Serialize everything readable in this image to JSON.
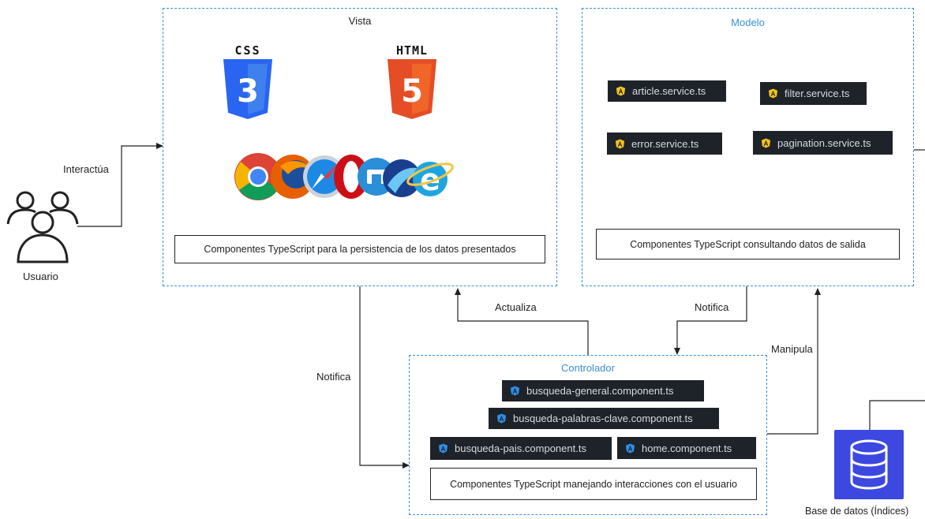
{
  "user": {
    "label": "Usuario",
    "icon": "users-icon"
  },
  "edges": {
    "interacts": "Interactúa",
    "notify_left": "Notifica",
    "update": "Actualiza",
    "notify_right": "Notifica",
    "manipulate": "Manipula"
  },
  "vista": {
    "title": "Vista",
    "icons": [
      "css3-icon",
      "html5-icon",
      "browsers-icon"
    ],
    "css_label": "CSS",
    "html_label": "HTML",
    "description": "Componentes TypeScript para la persistencia de los datos presentados"
  },
  "modelo": {
    "title": "Modelo",
    "files": [
      "article.service.ts",
      "filter.service.ts",
      "error.service.ts",
      "pagination.service.ts"
    ],
    "description": "Componentes TypeScript consultando datos de salida"
  },
  "controlador": {
    "title": "Controlador",
    "files": [
      "busqueda-general.component.ts",
      "busqueda-palabras-clave.component.ts",
      "busqueda-pais.component.ts",
      "home.component.ts"
    ],
    "description": "Componentes TypeScript manejando interacciones con el usuario"
  },
  "database": {
    "label": "Base de datos (Índices)",
    "icon": "database-icon"
  },
  "colors": {
    "accent_blue": "#3b8fd6",
    "chip_bg": "#1e2229",
    "db_blue": "#3c48e0",
    "css_blue": "#2965f1",
    "html_orange": "#e44d26"
  }
}
